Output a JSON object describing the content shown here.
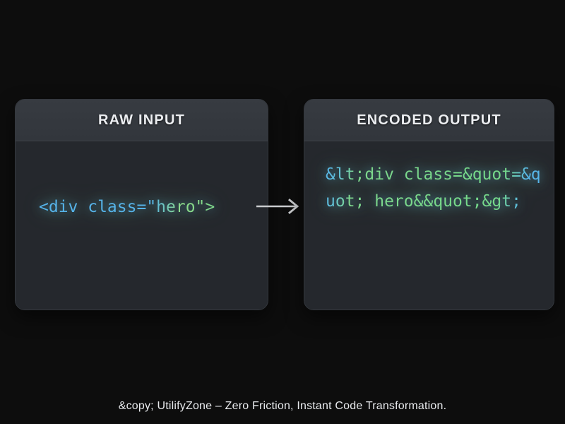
{
  "background_color": "#0d0d0d",
  "panels": [
    {
      "id": "raw",
      "header": "RAW INPUT",
      "code": "<div class=\"hero\">"
    },
    {
      "id": "encoded",
      "header": "ENCODED OUTPUT",
      "code": "&lt;div class=&quot=&quot; hero&&quot;&gt;"
    }
  ],
  "arrow": {
    "icon": "arrow-right-icon",
    "color": "#c9cbce",
    "direction": "right"
  },
  "footer": {
    "text": "&copy; UtilifyZone – Zero Friction, Instant Code Transformation."
  },
  "colors": {
    "panel_body": "#25282d",
    "panel_header": "#32363c",
    "panel_border": "#34383e",
    "code_blue": "#56b4ea",
    "code_green": "#76d98a",
    "header_text": "#eceef1",
    "footer_text": "#e9ebee"
  }
}
